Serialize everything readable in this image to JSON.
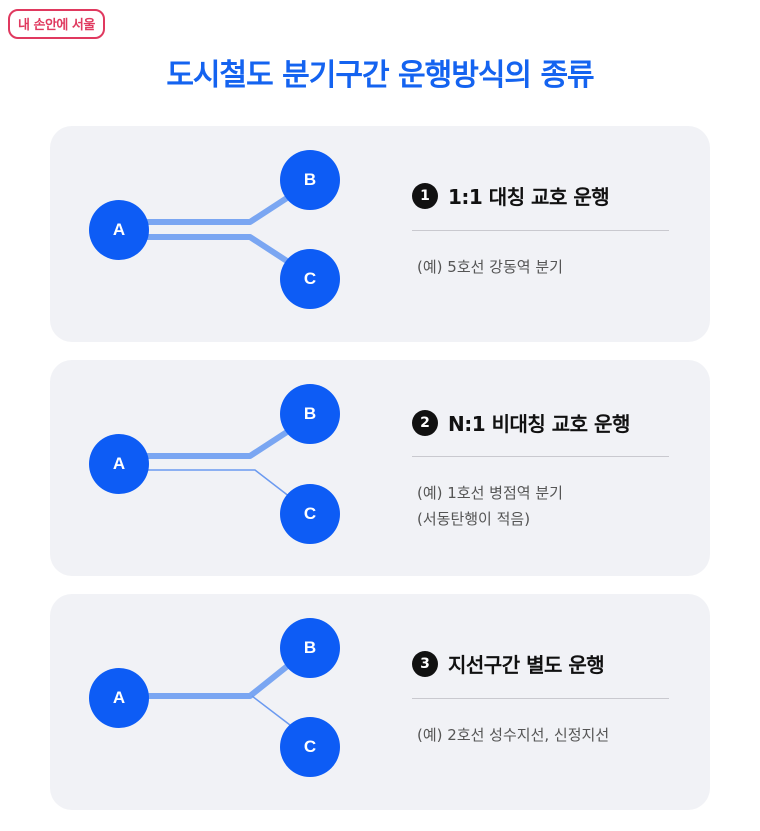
{
  "logo": {
    "text": "내 손안에 서울",
    "color": "#e0395f"
  },
  "title": "도시철도 분기구간 운행방식의 종류",
  "colors": {
    "accent": "#1463f0",
    "node": "#0d5cf5",
    "line": "#7aa6f2",
    "card": "#f1f2f6"
  },
  "cards": [
    {
      "number": "1",
      "heading": "1:1 대칭 교호 운행",
      "example_lines": [
        "(예) 5호선 강동역 분기"
      ],
      "nodes": {
        "a": "A",
        "b": "B",
        "c": "C"
      }
    },
    {
      "number": "2",
      "heading": "N:1 비대칭 교호 운행",
      "example_lines": [
        "(예) 1호선 병점역 분기",
        "(서동탄행이 적음)"
      ],
      "nodes": {
        "a": "A",
        "b": "B",
        "c": "C"
      }
    },
    {
      "number": "3",
      "heading": "지선구간 별도 운행",
      "example_lines": [
        "(예) 2호선 성수지선, 신정지선"
      ],
      "nodes": {
        "a": "A",
        "b": "B",
        "c": "C"
      }
    }
  ]
}
